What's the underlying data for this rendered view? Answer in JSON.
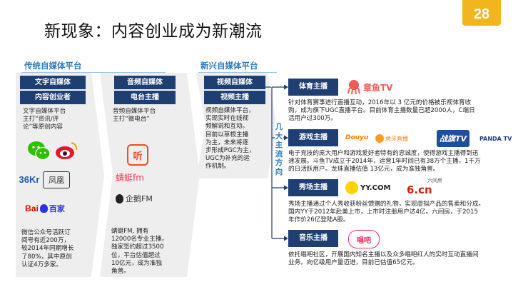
{
  "header": {
    "title": "新现象：内容创业成为新潮流",
    "page_number": "28",
    "accent_color": "#f2b51e"
  },
  "sections": {
    "traditional": "传统自媒体平台",
    "emerging": "新兴自媒体平台"
  },
  "columns": {
    "col1": {
      "box_line1": "文字自媒体",
      "box_line2": "内容创业者",
      "desc": [
        "文字自媒体平台",
        "主打“资讯/评",
        "论”等原创内容"
      ],
      "footer": [
        "微信公众号活跃订",
        "阅号有近200万，",
        "较2014年同期增长",
        "了80%，其中原创",
        "认证4万多家。"
      ],
      "logos": {
        "sina_text": "36Kr",
        "ifeng": "凤凰",
        "baidu": "Bai",
        "baidu_zh": "百家"
      }
    },
    "col2": {
      "box_line1": "音频自媒体",
      "box_line2": "电台主播",
      "desc": [
        "音频自媒体平台",
        "主打“微电台”"
      ],
      "footer": [
        "蜻蜓FM, 拥有",
        "12000名专业主播，",
        "独家签约超过3500",
        "位，平台估值超过",
        "10亿元，成为准独",
        "角兽。"
      ],
      "logos": {
        "ximalaya": "听",
        "qingting": "蜻蜓fm",
        "qie": "企鹅FM"
      }
    },
    "col3": {
      "box_line1": "视频自媒体",
      "box_line2": "视频主播",
      "desc": [
        "视频自媒体平台，",
        "实现实时在线视",
        "频解说和互动。",
        "目前以草根主播",
        "为主，未来将逐",
        "步形成PGC为主，",
        "UGC为补充的运",
        "作机制。"
      ],
      "vertical_label": "几大主流方向"
    }
  },
  "categories": [
    {
      "label": "体育主播",
      "logos": [
        "章鱼TV"
      ],
      "desc": [
        "针对体育赛事进行直播互动，2016年以 3 亿元的价格被乐视体育收",
        "购，成为旗下UGC直播平台。目前体育主播数量已超2000人，C端日",
        "活用户过300万。"
      ]
    },
    {
      "label": "游戏主播",
      "logos": [
        "Douyu",
        "虎牙直播",
        "战旗TV",
        "PANDA TV"
      ],
      "desc": [
        "电子竞技的庞大用户和游戏爱好者特有的忠诚度，使得游戏主播得到迅",
        "速发展。斗鱼TV成立于2014年，运营1年时间已有38万个主播，1千万",
        "的日活跃用户。龙珠直播估值 13亿元，成为准独角兽。"
      ]
    },
    {
      "label": "秀场主播",
      "logos": [
        "YY.COM",
        "六间房",
        "6.cn"
      ],
      "desc": [
        "秀场主播通过个人秀收获粉丝馈赠的礼物，实现虚拟产品的售卖和分成。",
        "国内YY于2012年赴美上市，上市时注册用户达4亿。六间房，于2015",
        "年作价26亿登陆A股。"
      ]
    },
    {
      "label": "音乐主播",
      "logos": [
        "唱吧"
      ],
      "desc": [
        "依托唱吧社区，开展国内知名主播以及众多唱吧红人的实时互动直播间",
        "业务。向亿级用户量迈进，目前已估值65亿元。"
      ]
    }
  ],
  "colors": {
    "navy": "#1f3f73",
    "section_blue": "#2b7bbd",
    "wechat_green": "#2dc100",
    "weibo_red": "#e6162d",
    "baidu_blue": "#2932e1",
    "douyu_orange": "#ff7a00"
  }
}
